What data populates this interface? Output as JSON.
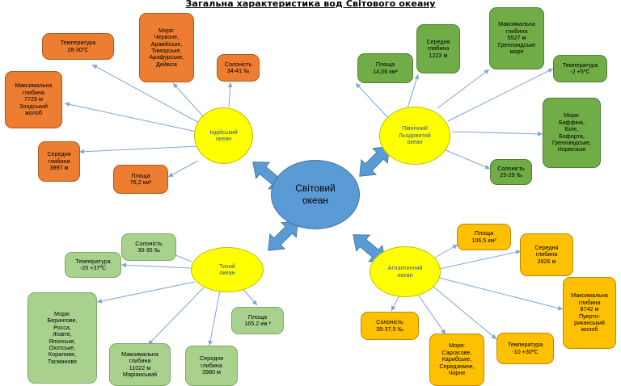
{
  "title": "Загальна характеристика вод Світового океану",
  "center": "Світовий\nокеан",
  "oceans": {
    "indian": "Індійський\nокеан",
    "arctic": "Північний\nЛьодовитий\nокеан",
    "pacific": "Тихий\nокеан",
    "atlantic": "Атлантичний\nокеан"
  },
  "indian": {
    "temp": "Температура\n28-30ºС",
    "seas": "Моря:\nЧервоне,\nАравійське,\nТиморське,\nАрафурське,\nДейвіса",
    "salinity": "Солоність\n34-41 ‰",
    "maxdepth": "Максимальна\nглибина\n7729 м\nЗондський\nжолоб",
    "avgdepth": "Середня\nглибина\n3897 м",
    "area": "Площа\n76,2 км²"
  },
  "arctic": {
    "avgdepth": "Середня\nглибина\n1223 м",
    "maxdepth": "Максимальна\nглибина\n5527 м\nГренландське\nморе",
    "area": "Площа\n14,06 км²",
    "temp": "Температура\n-2 +5ºС",
    "seas": "Моря:\nБаффіна,\nБіле,\nБофорта,\nГренландське,\nНорвезьке",
    "salinity": "Солоність\n25-29 ‰"
  },
  "pacific": {
    "salinity": "Солоність\n30-35 ‰",
    "temp": "Температура\n-20 +37ºС",
    "seas": "Моря:\nБерингове,\nРосса,\nЖовте,\nЯпонське,\nОхотське,\nКоралове,\nТасманове",
    "area": "Площа\n165.2 км ²",
    "maxdepth": "Максимальна\nглибина\n11022 м\nМаріанський",
    "avgdepth": "Середня\nглибина\n3980 м"
  },
  "atlantic": {
    "area": "Площа\n106,5 км²",
    "avgdepth": "Середня\nглибина\n3926 м",
    "maxdepth": "Максимальна\nглибина\n8742 м\nПуерто-\nриканський\nжолоб",
    "temp": "Температура\n-10 +30ºС",
    "salinity": "Солоність\n35-37,5 ‰",
    "seas": "Моря:\nСаргасове,\nКарибське,\nСередземне,\nЧорне"
  },
  "colors": {
    "indian": "#ed7d31",
    "arctic": "#70ad47",
    "pacific": "#a9d18e",
    "atlantic": "#ffc000",
    "ocean_ellipse": "#ffff00",
    "center": "#5b9bd5",
    "connector": "#7ea6d8"
  }
}
